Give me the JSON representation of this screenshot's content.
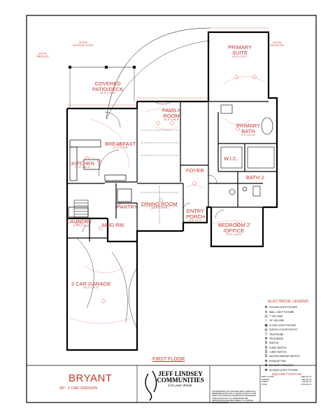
{
  "plan": {
    "name": "BRYANT",
    "version": "90°- 2 CAR VERSION",
    "floor": "FIRST FLOOR"
  },
  "brand": {
    "name": "JEFF LINDSEY",
    "name2": "COMMUNITIES",
    "tagline": "Live your dream."
  },
  "rooms": {
    "covered_patio": {
      "name_1": "COVERED",
      "name_2": "PATIO/DECK",
      "dim": "18'-0\" x 10'-0\""
    },
    "primary_suite": {
      "name_1": "PRIMARY",
      "name_2": "SUITE",
      "dim": "14'-0\" x 15'-2\""
    },
    "family_room": {
      "name_1": "FAMILY",
      "name_2": "ROOM",
      "dim": "20'-0\" x 16'-8\""
    },
    "primary_bath": {
      "name_1": "PRIMARY",
      "name_2": "BATH",
      "dim": "9'-0\" x 8'-10\""
    },
    "breakfast": {
      "name": "BREAKFAST",
      "dim": "11'-0\" x 10'-8\""
    },
    "kitchen": {
      "name": "KITCHEN",
      "dim": "11'-4\" x 12'-0\""
    },
    "wic": {
      "name": "W.I.C."
    },
    "foyer": {
      "name": "FOYER"
    },
    "bath_2": {
      "name": "BATH 2"
    },
    "pantry": {
      "name": "PANTRY"
    },
    "dining_room": {
      "name": "DINING ROOM",
      "dim": "11'-8\" x 12'-0\""
    },
    "entry_porch": {
      "name_1": "ENTRY",
      "name_2": "PORCH",
      "dim": "6'-8\" x 5'-0\""
    },
    "laundry": {
      "name": "LAUNDRY",
      "dim": "6'-8\" x 7'-8\""
    },
    "mud_rm": {
      "name": "MUD RM."
    },
    "bedroom_2": {
      "name_1": "BEDROOM 2",
      "name_2": "/OFFICE",
      "dim": "12'-0\" x 10'-8\""
    },
    "garage": {
      "name": "2 CAR GARAGE",
      "dim": "21'-4\" x 22'-0\""
    }
  },
  "notes": {
    "option_fireplace_1": "OPTION",
    "option_fireplace_2": "FIREPLACE",
    "option_outlet_1": "OPTION",
    "option_outlet_2": "OUTDOOR OUTLET",
    "option_ceiling": "OPTION",
    "option_ceiling_2": "CEILING FAN"
  },
  "legend": {
    "title": "ELECTRICAL LEGEND",
    "items": [
      {
        "sym": "⊕",
        "label": "CEILING LIGHT FIXTURE"
      },
      {
        "sym": "⊙",
        "label": "WALL LIGHT FIXTURE"
      },
      {
        "sym": "◎",
        "label": "7\" LED DISK"
      },
      {
        "sym": "○",
        "label": "10\" LED DISK"
      },
      {
        "sym": "◉",
        "label": "FLOOD LIGHT FIXTURE"
      },
      {
        "sym": "⦿",
        "label": "DUPLEX FLOOR OUTLET"
      },
      {
        "sym": "▽",
        "label": "TELEPHONE"
      },
      {
        "sym": "▼",
        "label": "TELEVISION"
      },
      {
        "sym": "$",
        "label": "SWITCH"
      },
      {
        "sym": "$",
        "label": "3-WAY SWITCH"
      },
      {
        "sym": "$",
        "label": "4-WAY SWITCH"
      },
      {
        "sym": "$",
        "label": "MOTION SENSOR SWITCH"
      },
      {
        "sym": "⊗",
        "label": "EXHAUST FAN"
      },
      {
        "sym": "⊗",
        "label": "EXHAUST FAN/LIGHT"
      },
      {
        "sym": "❀",
        "label": "SCONCE LIGHT FIXTURE"
      }
    ]
  },
  "sqft": {
    "title": "SQUARE FOOTAGE",
    "rows": [
      {
        "label": "FIRST FLOOR",
        "value": "1,892 SQ. FT."
      },
      {
        "label": "GARAGE",
        "value": "482 SQ. FT."
      },
      {
        "label": "PORCH",
        "value": "196 SQ. FT."
      },
      {
        "label": "TOTAL",
        "value": "2,570 SQ. FT."
      }
    ]
  },
  "disclaimer": "THE DRAWINGS ON THIS PAGE ARE A GRAPHICAL REPRESENTATION ONLY. PLEASE CONTACT YOUR AGENT FOR SPECIFIC INFORMATION REGARDING THIS FLOOR PLAN. ALL DIMENSIONS ARE APPROXIMATE AND ARE SUBJECT TO CHANGE WITHOUT NOTICE."
}
